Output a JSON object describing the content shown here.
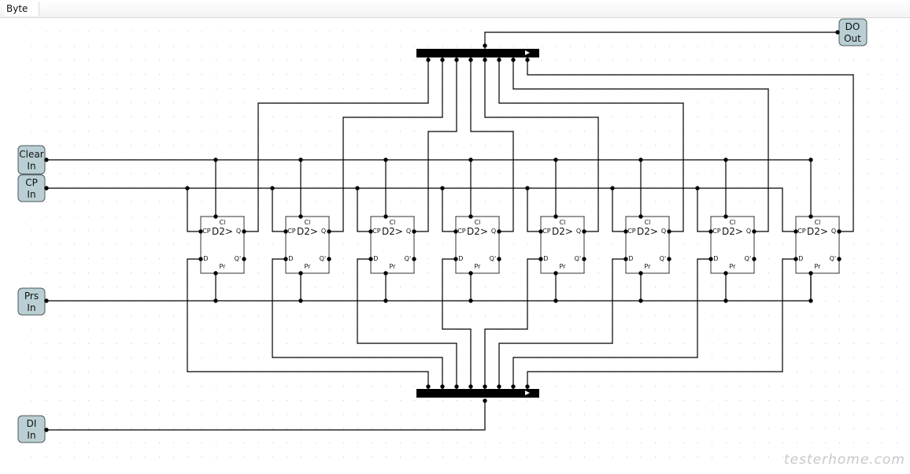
{
  "tab": {
    "title": "Byte"
  },
  "pins": {
    "clear": {
      "line1": "Clear",
      "line2": "In"
    },
    "cp": {
      "line1": "CP",
      "line2": "In"
    },
    "prs": {
      "line1": "Prs",
      "line2": "In"
    },
    "di": {
      "line1": "DI",
      "line2": "In"
    },
    "do": {
      "line1": "DO",
      "line2": "Out"
    }
  },
  "flipflop": {
    "name": "D2>",
    "clear_label": "Cl",
    "clock_label": "CP",
    "data_label": "D",
    "preset_label": "Pr",
    "q_label": "Q",
    "qbar_label": "Q'"
  },
  "flipflop_count": 8,
  "colors": {
    "pin_fill": "#b9cfd3",
    "pin_stroke": "#4a5a5c",
    "wire": "#000000",
    "bus": "#000000",
    "grid_dot": "#c9c9c9"
  },
  "watermark": "testerhome.com"
}
